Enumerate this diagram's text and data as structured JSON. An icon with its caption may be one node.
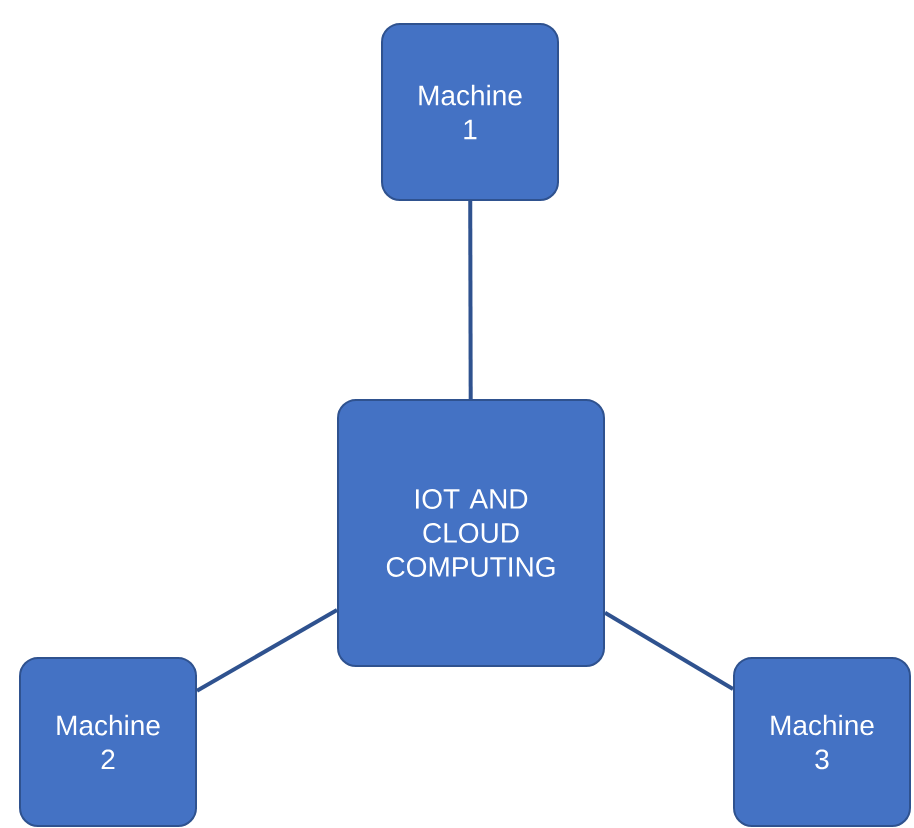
{
  "diagram": {
    "nodes": [
      {
        "text": [
          "Machine 1"
        ]
      },
      {
        "text": [
          "IOT AND CLOUD COMPUTING"
        ]
      },
      {
        "text": [
          "Machine 2"
        ]
      },
      {
        "text": [
          "Machine 3"
        ]
      }
    ],
    "edges": [
      {
        "from": 0,
        "to": 1,
        "arrow": "none"
      },
      {
        "from": 1,
        "to": 2,
        "arrow": "none"
      },
      {
        "from": 1,
        "to": 3,
        "arrow": "none"
      }
    ]
  }
}
